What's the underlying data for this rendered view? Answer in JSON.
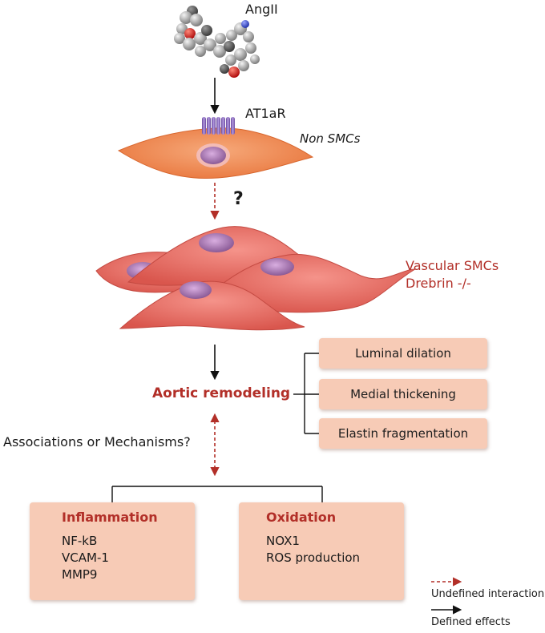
{
  "labels": {
    "angII": "AngII",
    "at1ar": "AT1aR",
    "non_smcs": "Non SMCs",
    "question": "?",
    "vascular_smcs_line1": "Vascular SMCs",
    "vascular_smcs_line2": "Drebrin -/-",
    "aortic_remodeling": "Aortic remodeling",
    "associations": "Associations or Mechanisms?"
  },
  "outcomes": [
    {
      "label": "Luminal dilation"
    },
    {
      "label": "Medial thickening"
    },
    {
      "label": "Elastin fragmentation"
    }
  ],
  "panels": [
    {
      "title": "Inflammation",
      "items": [
        "NF-kB",
        "VCAM-1",
        "MMP9"
      ]
    },
    {
      "title": "Oxidation",
      "items": [
        "NOX1",
        "ROS production"
      ]
    }
  ],
  "legend": {
    "undefined_label": "Undefined interaction",
    "defined_label": "Defined effects"
  },
  "colors": {
    "accent_red": "#b22f28",
    "box_fill": "#f7cbb6",
    "cell_orange": "#ef8f5b",
    "smc_red": "#e8675f",
    "nucleus": "#a86ea8"
  }
}
